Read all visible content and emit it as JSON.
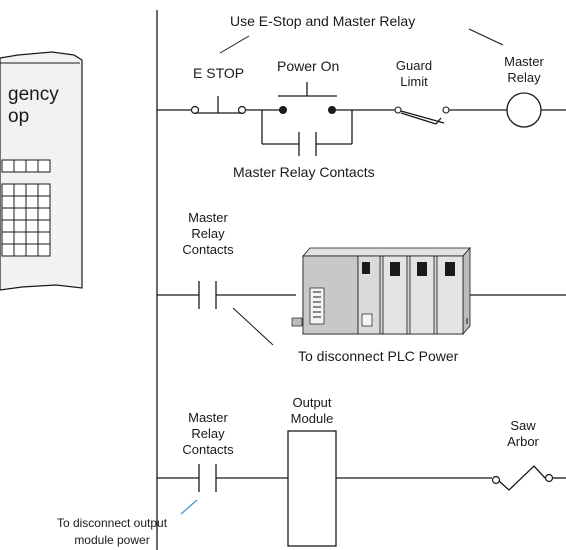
{
  "panel": {
    "title_lines": [
      "gency",
      "op"
    ]
  },
  "rung1": {
    "header": "Use E-Stop and Master Relay",
    "estop_label": "E STOP",
    "power_on_label": "Power On",
    "guard_limit_lines": [
      "Guard",
      "Limit"
    ],
    "master_relay_lines": [
      "Master",
      "Relay"
    ],
    "contacts_label": "Master Relay Contacts"
  },
  "rung2": {
    "contacts_lines": [
      "Master",
      "Relay",
      "Contacts"
    ],
    "plc_caption": "To disconnect PLC Power"
  },
  "rung3": {
    "contacts_lines": [
      "Master",
      "Relay",
      "Contacts"
    ],
    "output_module_lines": [
      "Output",
      "Module"
    ],
    "saw_arbor_lines": [
      "Saw",
      "Arbor"
    ],
    "note_lines": [
      "To disconnect output",
      "module power"
    ]
  },
  "colors": {
    "line": "#1a1a1a",
    "note_leader": "#3a9bd9",
    "panel_fill": "#f2f2f2",
    "plc_body": "#d4d4d4"
  }
}
